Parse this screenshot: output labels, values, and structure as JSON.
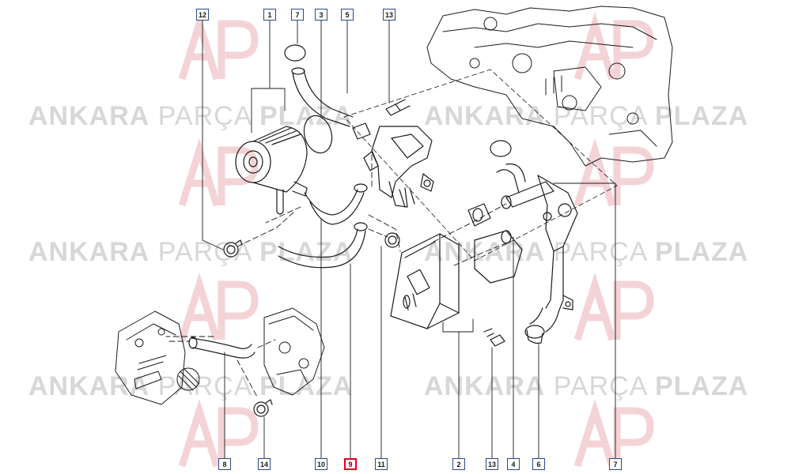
{
  "watermark": {
    "word1": "ANKARA",
    "word2": "PARÇA",
    "word3": "PLAZA"
  },
  "callouts": [
    {
      "id": "c12t",
      "label": "12"
    },
    {
      "id": "c1t",
      "label": "1"
    },
    {
      "id": "c7t",
      "label": "7"
    },
    {
      "id": "c3t",
      "label": "3"
    },
    {
      "id": "c5t",
      "label": "5"
    },
    {
      "id": "c13t",
      "label": "13"
    },
    {
      "id": "c8b",
      "label": "8"
    },
    {
      "id": "c14b",
      "label": "14"
    },
    {
      "id": "c10b",
      "label": "10"
    },
    {
      "id": "c9b",
      "label": "9",
      "highlight": true
    },
    {
      "id": "c11b",
      "label": "11"
    },
    {
      "id": "c2b",
      "label": "2"
    },
    {
      "id": "c13b",
      "label": "13"
    },
    {
      "id": "c4b",
      "label": "4"
    },
    {
      "id": "c6b",
      "label": "6"
    },
    {
      "id": "c7b",
      "label": "7"
    }
  ],
  "colors": {
    "line": "#1a1a1a",
    "callout_border": "#2a4a8a",
    "highlight": "#e0001a",
    "watermark": "#d7d7d7",
    "logo": "#f2c9cc"
  }
}
